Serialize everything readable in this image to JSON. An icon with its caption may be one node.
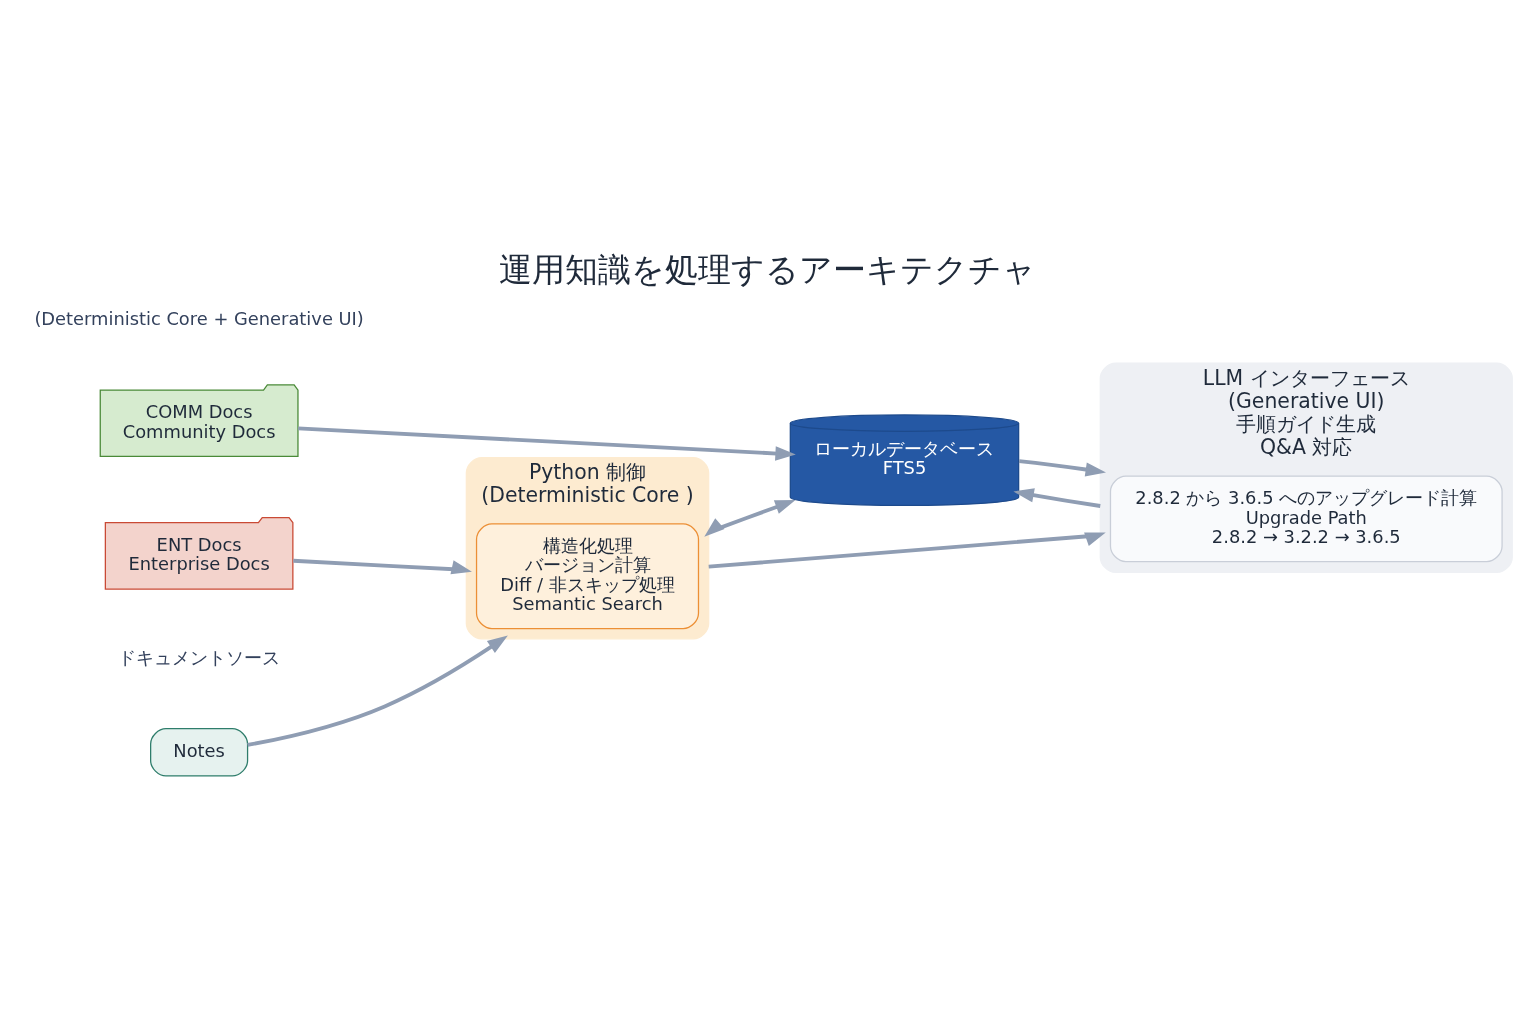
{
  "diagram": {
    "title": "運用知識を処理するアーキテクチャ",
    "nodes": [
      {
        "text": [
          "Notes"
        ]
      },
      {
        "text": [
          "ENT Docs",
          "Enterprise Docs"
        ]
      },
      {
        "text": [
          "COMM Docs",
          "Community Docs"
        ]
      },
      {
        "text": [
          "Python 制御",
          "(Deterministic Core )"
        ]
      },
      {
        "text": [
          "構造化処理",
          "バージョン計算",
          "Diff / 非スキップ処理",
          "Semantic Search"
        ],
        "in": 3
      },
      {
        "text": [
          "ローカルデータベース",
          "FTS5"
        ]
      },
      {
        "text": [
          "LLM インターフェース",
          "(Generative UI)",
          "手順ガイド生成",
          "Q&A 対応"
        ]
      },
      {
        "text": [
          "2.8.2 から 3.6.5 へのアップグレード計算",
          "Upgrade Path",
          "2.8.2 → 3.2.2 → 3.6.5"
        ],
        "in": 6
      }
    ],
    "edges": [
      {
        "from": 0,
        "to": 3,
        "arrow": "to"
      },
      {
        "from": 1,
        "to": 3,
        "arrow": "to"
      },
      {
        "from": 2,
        "to": 5,
        "arrow": "to"
      },
      {
        "from": 3,
        "to": 5,
        "arrow": "both"
      },
      {
        "from": 3,
        "to": 6,
        "arrow": "to"
      },
      {
        "from": 5,
        "to": 6,
        "arrow": "to"
      },
      {
        "from": 6,
        "to": 5,
        "arrow": "to"
      }
    ],
    "labels": [
      "(Deterministic Core + Generative UI)",
      "ドキュメントソース"
    ]
  }
}
